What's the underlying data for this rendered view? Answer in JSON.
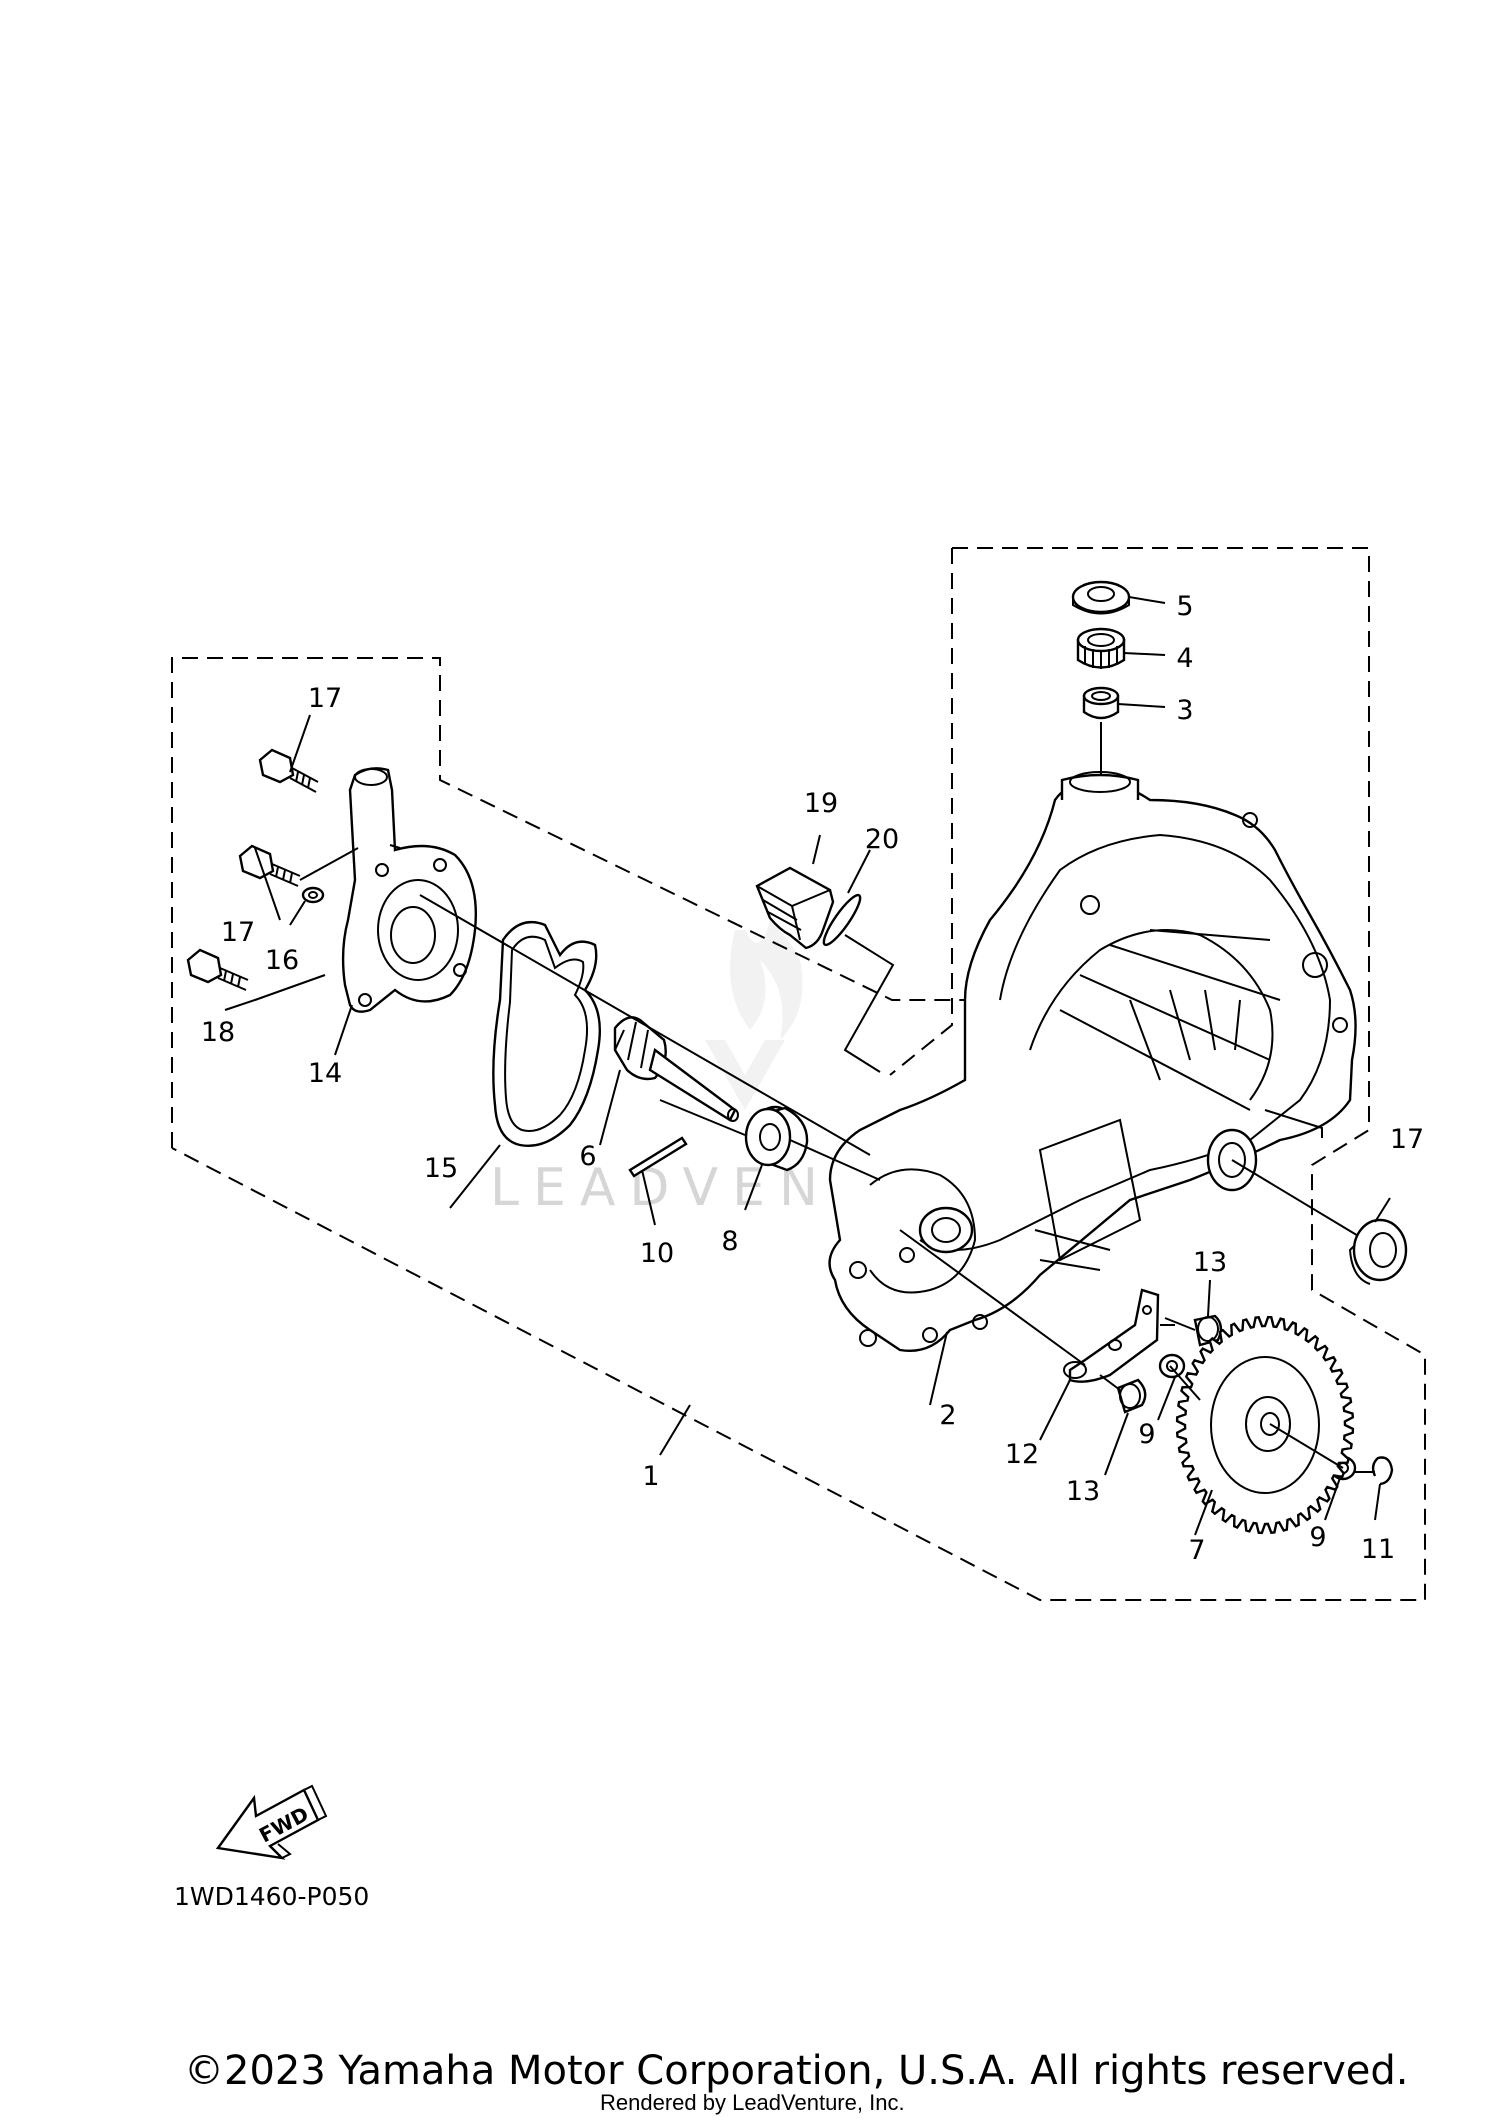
{
  "diagram": {
    "code": "1WD1460-P050",
    "fwd_label": "FWD",
    "watermark": "LEADVENTURE"
  },
  "callouts": [
    {
      "id": "1",
      "label": "1"
    },
    {
      "id": "2",
      "label": "2"
    },
    {
      "id": "3",
      "label": "3"
    },
    {
      "id": "4",
      "label": "4"
    },
    {
      "id": "5",
      "label": "5"
    },
    {
      "id": "6",
      "label": "6"
    },
    {
      "id": "7",
      "label": "7"
    },
    {
      "id": "8",
      "label": "8"
    },
    {
      "id": "9a",
      "label": "9"
    },
    {
      "id": "9b",
      "label": "9"
    },
    {
      "id": "10",
      "label": "10"
    },
    {
      "id": "11",
      "label": "11"
    },
    {
      "id": "12",
      "label": "12"
    },
    {
      "id": "13a",
      "label": "13"
    },
    {
      "id": "13b",
      "label": "13"
    },
    {
      "id": "14",
      "label": "14"
    },
    {
      "id": "15",
      "label": "15"
    },
    {
      "id": "16",
      "label": "16"
    },
    {
      "id": "17a",
      "label": "17"
    },
    {
      "id": "17b",
      "label": "17"
    },
    {
      "id": "17c",
      "label": "17"
    },
    {
      "id": "18",
      "label": "18"
    },
    {
      "id": "19",
      "label": "19"
    },
    {
      "id": "20",
      "label": "20"
    }
  ],
  "footer": {
    "copyright": "©2023 Yamaha Motor Corporation, U.S.A. All rights reserved.",
    "rendered_by": "Rendered by LeadVenture, Inc."
  }
}
